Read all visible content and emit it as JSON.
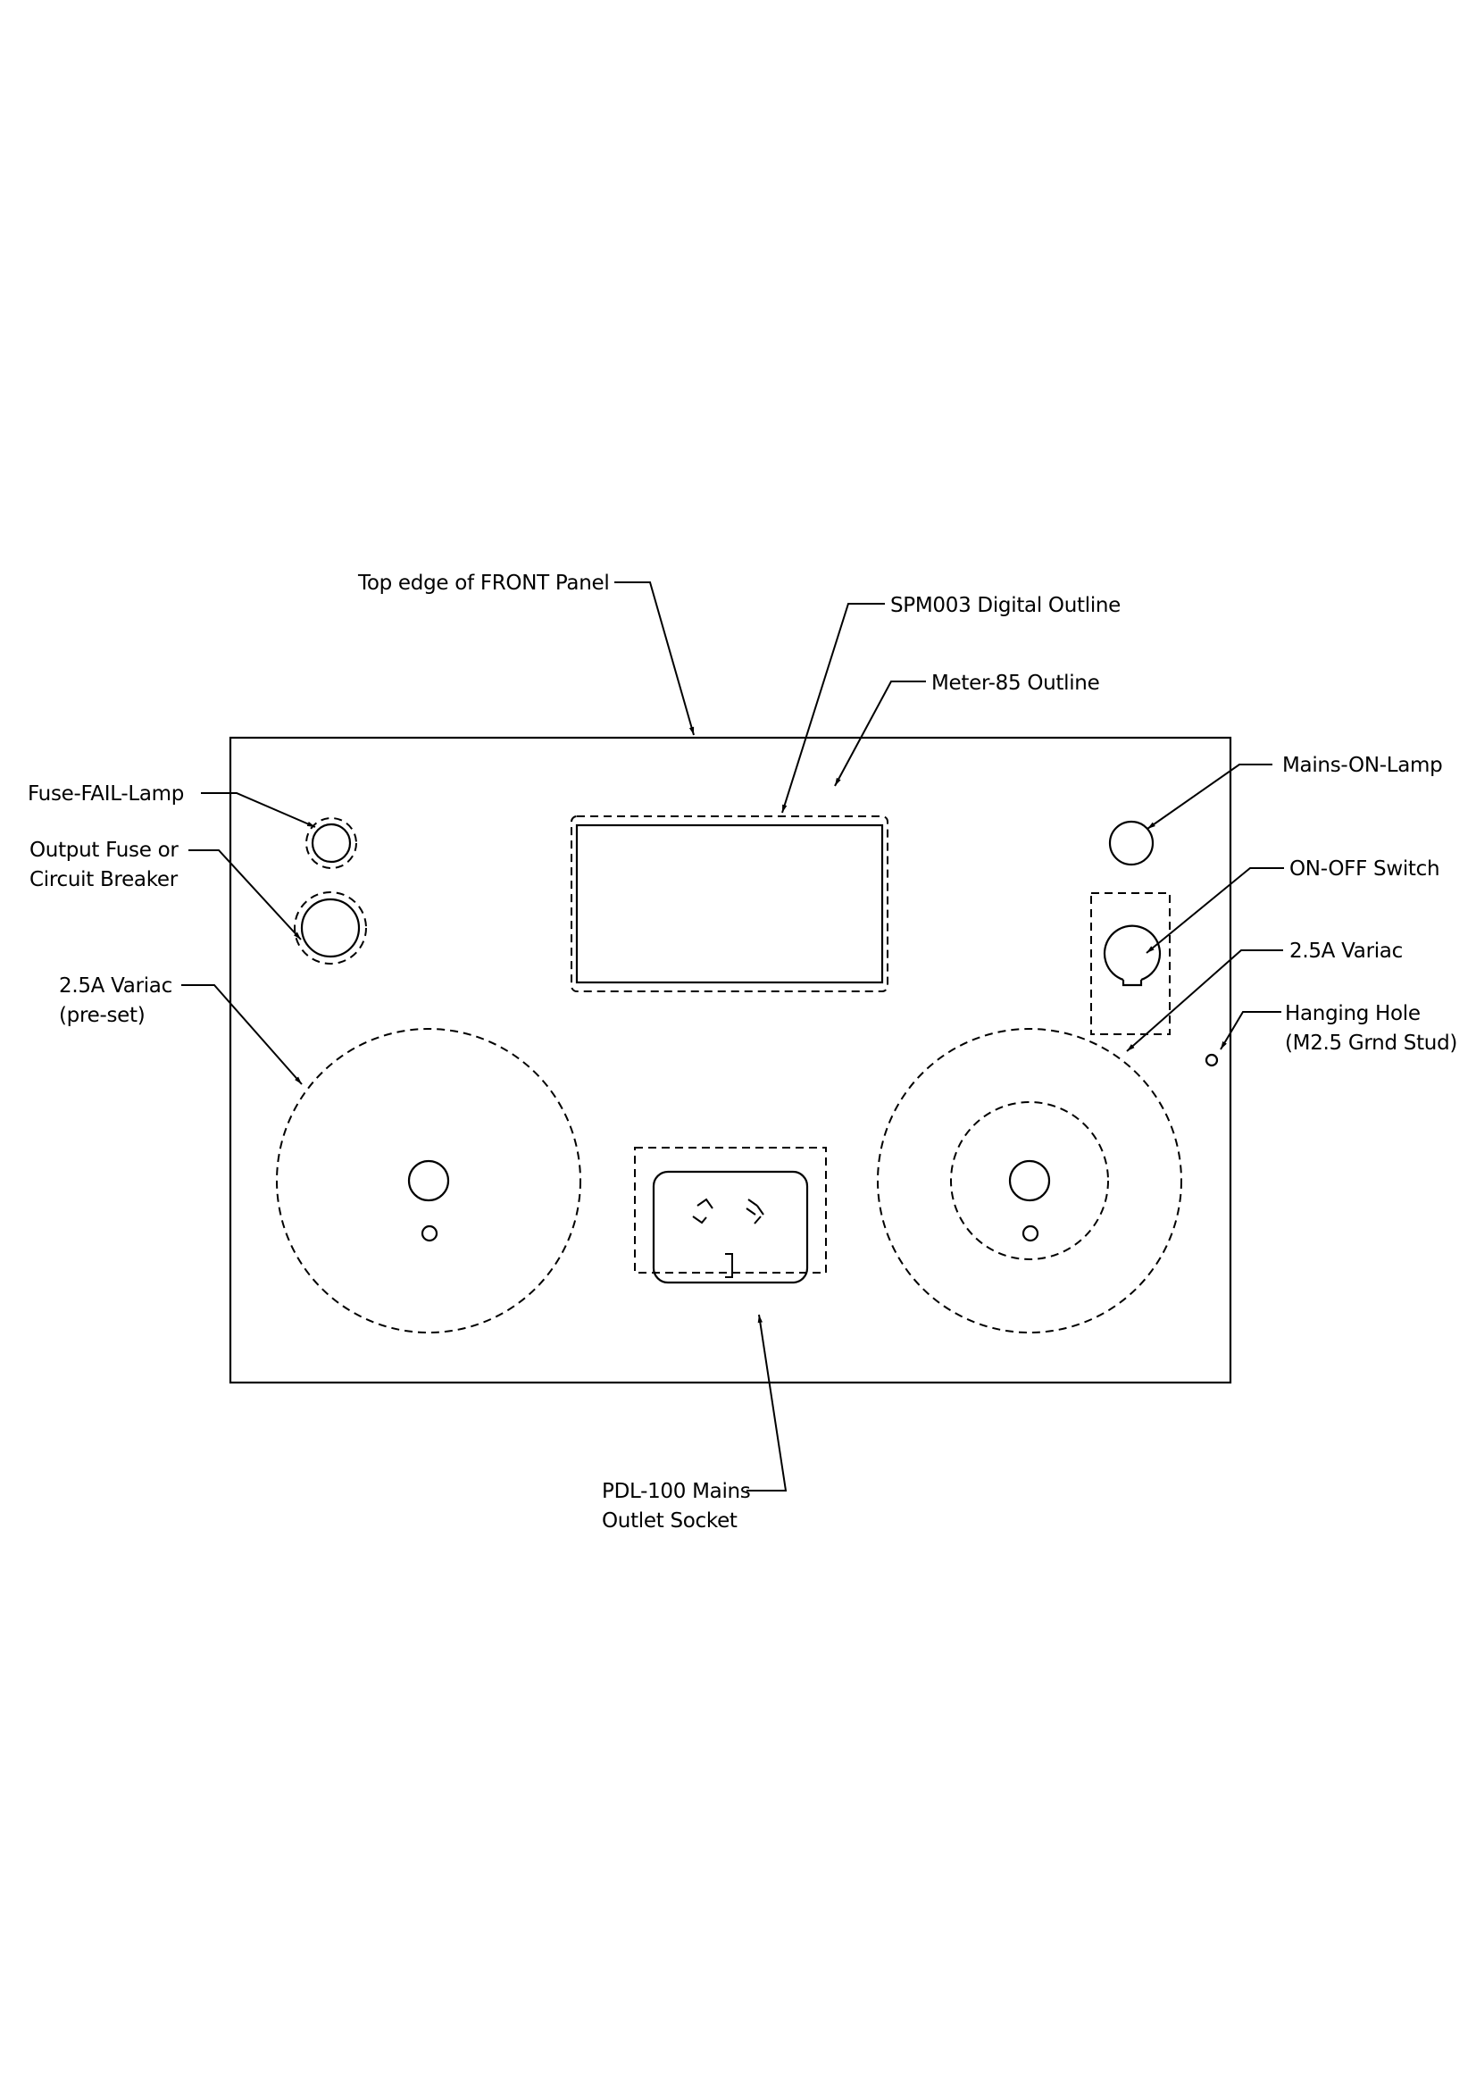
{
  "labels": {
    "top_edge": "Top edge of FRONT Panel",
    "spm003": "SPM003 Digital Outline",
    "meter85": "Meter-85 Outline",
    "fuse_fail_lamp": "Fuse-FAIL-Lamp",
    "output_fuse_line1": "Output Fuse or",
    "output_fuse_line2": "Circuit Breaker",
    "variac_left_line1": "2.5A Variac",
    "variac_left_line2": "(pre-set)",
    "mains_on_lamp": "Mains-ON-Lamp",
    "on_off_switch": "ON-OFF Switch",
    "variac_right": "2.5A Variac",
    "hanging_hole_line1": "Hanging Hole",
    "hanging_hole_line2": "(M2.5 Grnd Stud)",
    "pdl100_line1": "PDL-100 Mains",
    "pdl100_line2": "Outlet Socket"
  }
}
